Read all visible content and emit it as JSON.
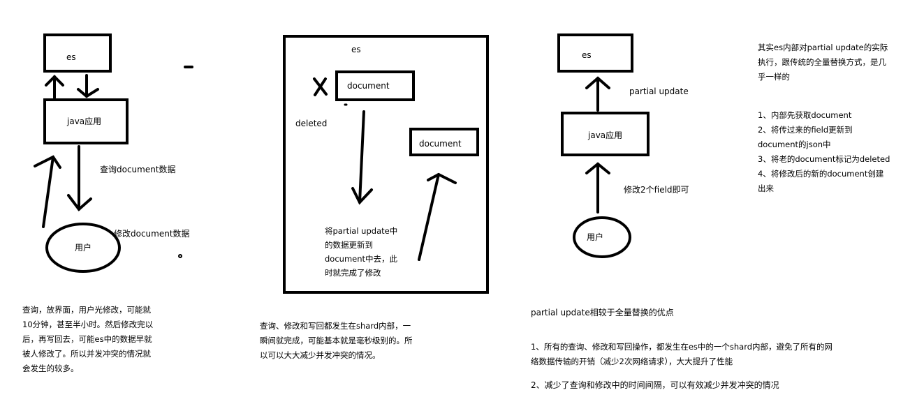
{
  "panel1": {
    "es_label": "es",
    "app_label": "java应用",
    "user_label": "用户",
    "query_label": "查询document数据",
    "modify_label": "修改document数据",
    "note": "查询，放界面，用户光修改，可能就\n10分钟，甚至半小时。然后修改完以\n后，再写回去，可能es中的数据早就\n被人修改了。所以并发冲突的情况就\n会发生的较多。"
  },
  "panel2": {
    "es_label": "es",
    "old_doc_label": "document",
    "deleted_label": "deleted",
    "new_doc_label": "document",
    "update_text": "将partial update中\n的数据更新到\ndocument中去，此\n时就完成了修改",
    "note": "查询、修改和写回都发生在shard内部，一\n瞬间就完成，可能基本就是毫秒级别的。所\n以可以大大减少并发冲突的情况。"
  },
  "panel3": {
    "es_label": "es",
    "app_label": "java应用",
    "user_label": "用户",
    "partial_update_label": "partial update",
    "modify_fields_label": "修改2个field即可",
    "advantage_title": "partial update相较于全量替换的优点",
    "advantage_1": "1、所有的查询、修改和写回操作，都发生在es中的一个shard内部，避免了所有的网\n络数据传输的开销（减少2次网络请求），大大提升了性能",
    "advantage_2": "2、减少了查询和修改中的时间间隔，可以有效减少并发冲突的情况"
  },
  "side_note": {
    "intro": "其实es内部对partial update的实际\n执行，跟传统的全量替换方式，是几\n乎一样的",
    "steps": "1、内部先获取document\n2、将传过来的field更新到\ndocument的json中\n3、将老的document标记为deleted\n4、将修改后的新的document创建\n出来"
  }
}
